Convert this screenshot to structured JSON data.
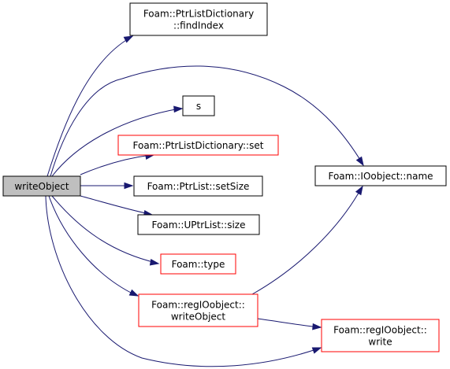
{
  "colors": {
    "edge": "#191970",
    "root_fill": "#bfbfbf",
    "root_stroke": "#000000",
    "node_fill": "#ffffff",
    "node_stroke": "#000000",
    "node_stroke_highlight": "#ff0000"
  },
  "graph": {
    "root": "writeObject",
    "nodes": [
      {
        "id": "writeObject",
        "lines": [
          "writeObject"
        ],
        "style": "root"
      },
      {
        "id": "findIndex",
        "lines": [
          "Foam::PtrListDictionary",
          "::findIndex"
        ],
        "style": "black"
      },
      {
        "id": "s",
        "lines": [
          "s"
        ],
        "style": "black"
      },
      {
        "id": "dictSet",
        "lines": [
          "Foam::PtrListDictionary::set"
        ],
        "style": "red"
      },
      {
        "id": "setSize",
        "lines": [
          "Foam::PtrList::setSize"
        ],
        "style": "black"
      },
      {
        "id": "size",
        "lines": [
          "Foam::UPtrList::size"
        ],
        "style": "black"
      },
      {
        "id": "type",
        "lines": [
          "Foam::type"
        ],
        "style": "red"
      },
      {
        "id": "regWriteObject",
        "lines": [
          "Foam::regIOobject::",
          "writeObject"
        ],
        "style": "red"
      },
      {
        "id": "name",
        "lines": [
          "Foam::IOobject::name"
        ],
        "style": "black"
      },
      {
        "id": "write",
        "lines": [
          "Foam::regIOobject::",
          "write"
        ],
        "style": "red"
      }
    ],
    "edges": [
      {
        "from": "writeObject",
        "to": "findIndex"
      },
      {
        "from": "writeObject",
        "to": "name"
      },
      {
        "from": "writeObject",
        "to": "s"
      },
      {
        "from": "writeObject",
        "to": "dictSet"
      },
      {
        "from": "writeObject",
        "to": "setSize"
      },
      {
        "from": "writeObject",
        "to": "size"
      },
      {
        "from": "writeObject",
        "to": "type"
      },
      {
        "from": "writeObject",
        "to": "regWriteObject"
      },
      {
        "from": "writeObject",
        "to": "write"
      },
      {
        "from": "regWriteObject",
        "to": "name"
      },
      {
        "from": "regWriteObject",
        "to": "write"
      }
    ]
  }
}
